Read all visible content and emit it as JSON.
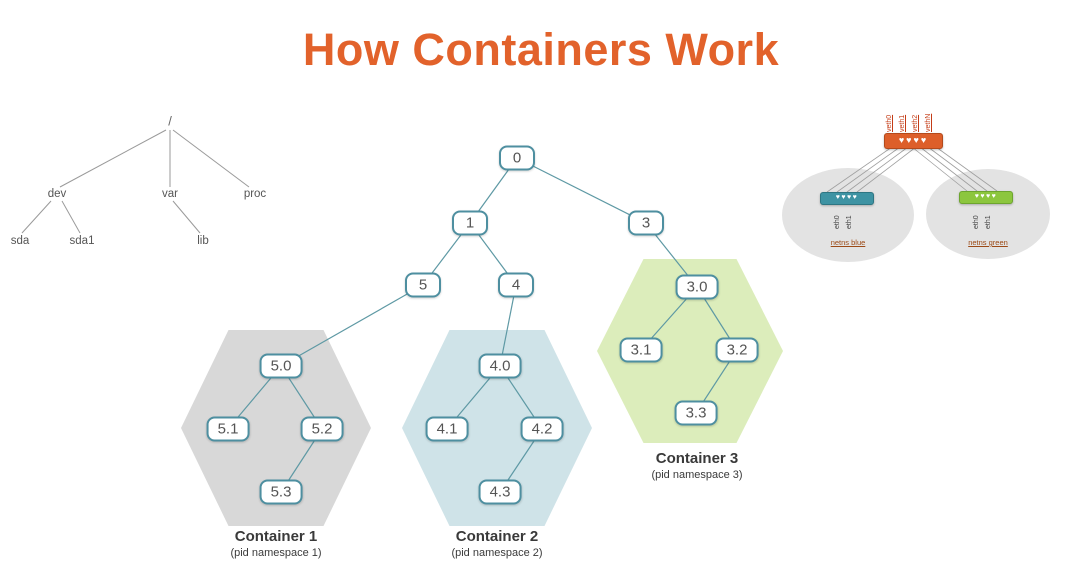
{
  "title": "How Containers Work",
  "filesystem_tree": {
    "root": "/",
    "dev": "dev",
    "var": "var",
    "proc": "proc",
    "sda": "sda",
    "sda1": "sda1",
    "lib": "lib"
  },
  "process_tree": {
    "nodes": [
      "0",
      "1",
      "3",
      "5",
      "4",
      "3.0",
      "5.0",
      "4.0",
      "3.1",
      "3.2",
      "5.1",
      "5.2",
      "4.1",
      "4.2",
      "3.3",
      "5.3",
      "4.3"
    ]
  },
  "containers": [
    {
      "name": "Container 1",
      "subtitle": "(pid namespace 1)"
    },
    {
      "name": "Container 2",
      "subtitle": "(pid namespace 2)"
    },
    {
      "name": "Container 3",
      "subtitle": "(pid namespace 3)"
    }
  ],
  "network": {
    "bridge": {
      "ports": [
        "veth0",
        "veth1",
        "veth2",
        "vethN"
      ],
      "port_icons": "♥♥♥♥"
    },
    "namespaces": [
      {
        "label": "netns blue",
        "ports": [
          "eth0",
          "eth1"
        ],
        "port_icons": "♥♥♥♥"
      },
      {
        "label": "netns green",
        "ports": [
          "eth0",
          "eth1"
        ],
        "port_icons": "♥♥♥♥"
      }
    ]
  },
  "colors": {
    "accent_orange": "#e2622b",
    "node_teal": "#4e8fa0",
    "hex_gray": "#d8d8d8",
    "hex_blue": "#cfe3e8",
    "hex_green": "#dcedbb",
    "bridge_orange": "#dd5f2a",
    "bar_teal": "#3e93a3",
    "bar_green": "#8cc63e"
  }
}
